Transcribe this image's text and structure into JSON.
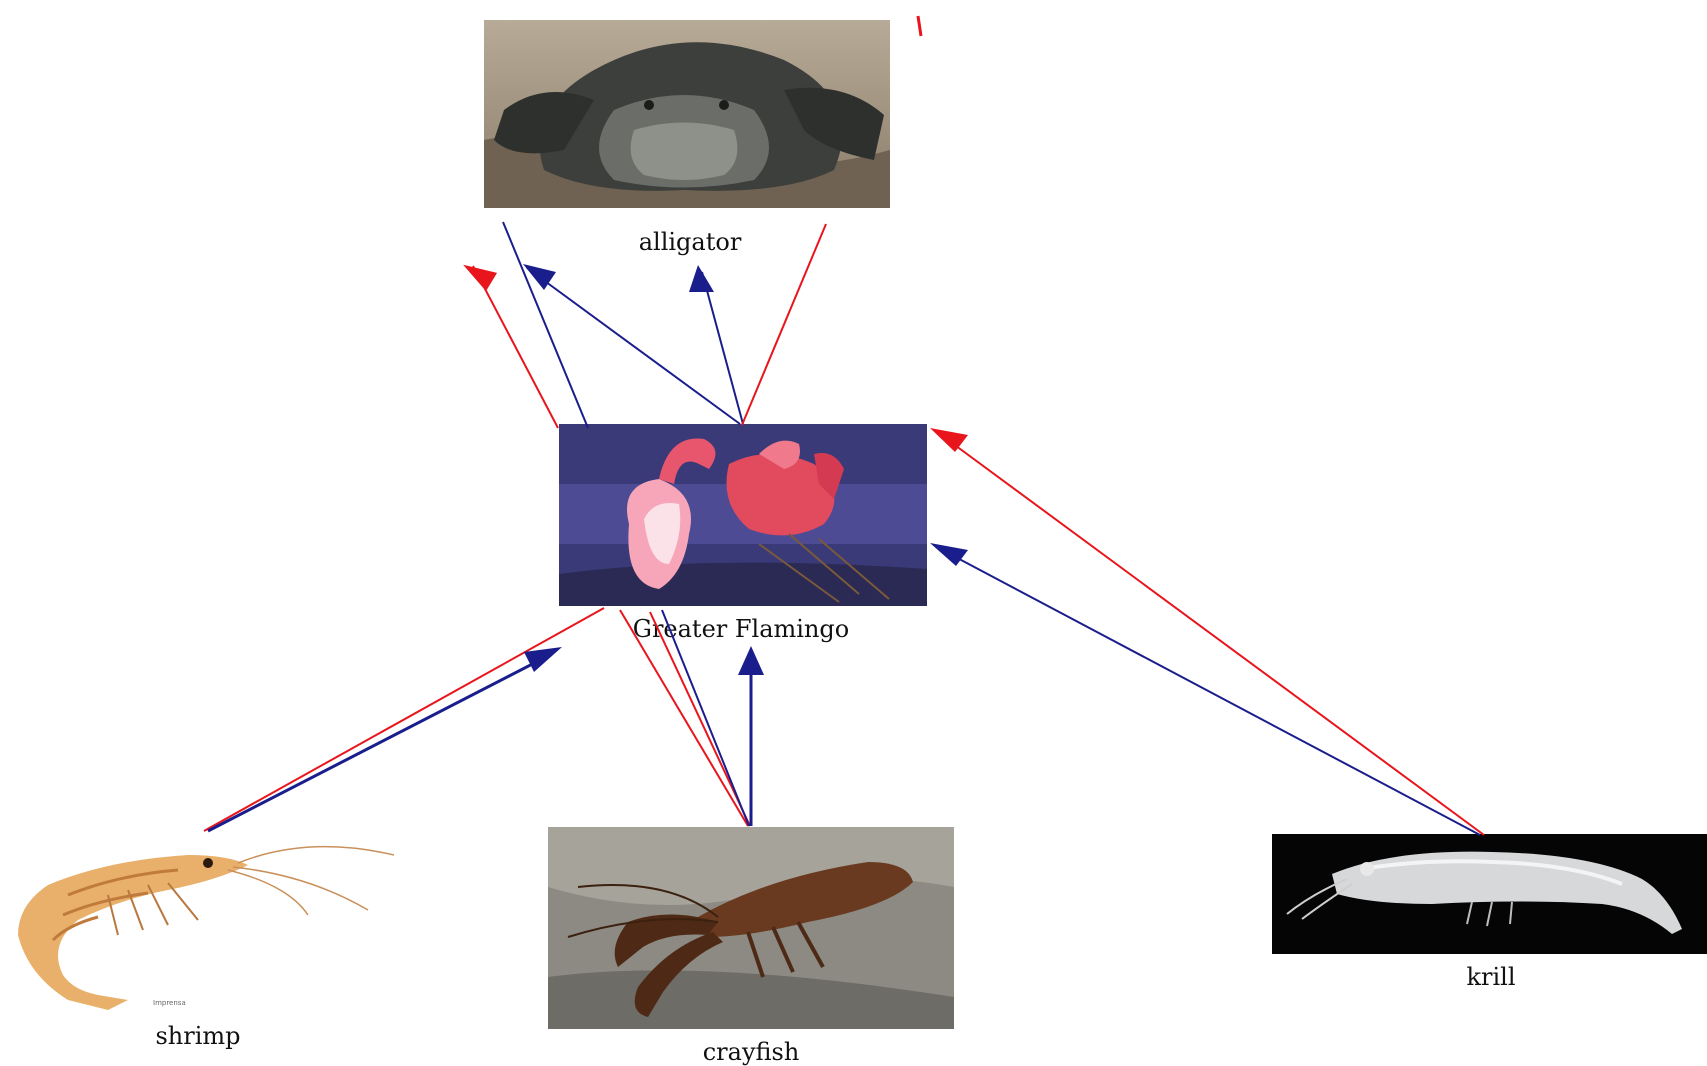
{
  "organisms": {
    "alligator": {
      "label": "alligator"
    },
    "flamingo": {
      "label": "Greater Flamingo"
    },
    "shrimp": {
      "label": "shrimp",
      "credit": "Imprensa"
    },
    "crayfish": {
      "label": "crayfish"
    },
    "krill": {
      "label": "krill"
    }
  },
  "arrow_colors": {
    "red": "#e8161c",
    "blue": "#1a1e8c"
  }
}
